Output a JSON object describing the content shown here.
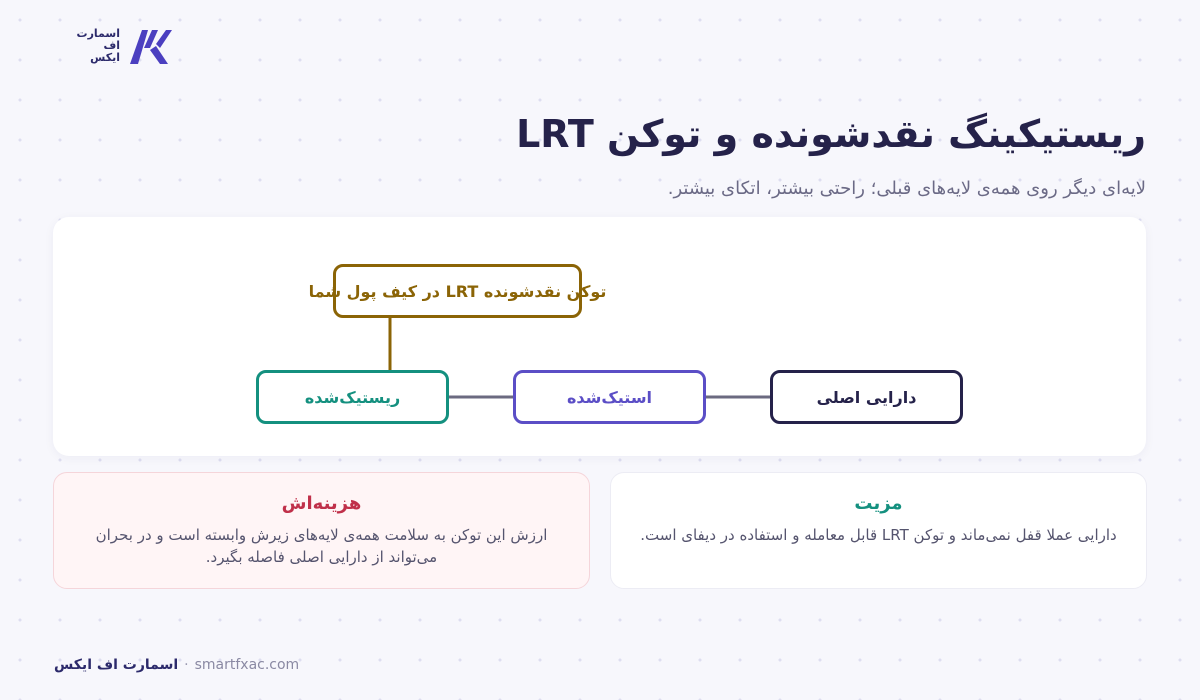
{
  "logo": {
    "line1": "اسمارت",
    "line2": "اف",
    "line3": "ایکس"
  },
  "title": "ریستیکینگ نقدشونده و توکن LRT",
  "subtitle": "لایه‌ای دیگر روی همه‌ی لایه‌های قبلی؛ راحتی بیشتر، اتکای بیشتر.",
  "diagram": {
    "wallet": "توکن نقدشونده LRT در کیف پول شما",
    "original": "دارایی اصلی",
    "staked": "استیک‌شده",
    "restaked": "ریستیک‌شده"
  },
  "benefit": {
    "heading": "مزیت",
    "body": "دارایی عملا قفل نمی‌ماند و توکن LRT قابل معامله و استفاده در دیفای است."
  },
  "cost": {
    "heading": "هزینه‌اش",
    "body": "ارزش این توکن به سلامت همه‌ی لایه‌های زیرش وابسته است و در بحران می‌تواند از دارایی اصلی فاصله بگیرد."
  },
  "footer": {
    "brand": "اسمارت اف ایکس",
    "separator": "·",
    "url": "smartfxac.com"
  },
  "colors": {
    "navy": "#25224a",
    "gold": "#8b6406",
    "purple": "#5b4ec6",
    "teal": "#14907f",
    "red": "#c0304a"
  }
}
